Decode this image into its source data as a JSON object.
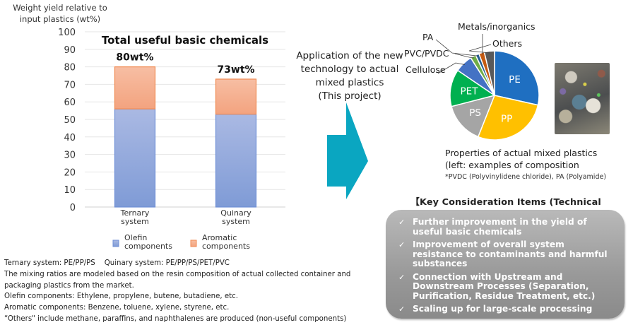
{
  "chart_data": [
    {
      "type": "bar",
      "stacked": true,
      "title": "Total useful basic chemicals",
      "ylabel": "Weight yield relative to input plastics (wt%)",
      "xlabel": "",
      "ylim": [
        0,
        100
      ],
      "yticks": [
        0,
        10,
        20,
        30,
        40,
        50,
        60,
        70,
        80,
        90,
        100
      ],
      "grid": true,
      "legend_position": "bottom",
      "categories": [
        "Ternary system",
        "Quinary system"
      ],
      "categories_lines": [
        [
          "Ternary",
          "system"
        ],
        [
          "Quinary",
          "system"
        ]
      ],
      "series": [
        {
          "name": "Olefin components",
          "name_lines": [
            "Olefin",
            "components"
          ],
          "values": [
            56,
            53
          ],
          "color": "#8ea6dc"
        },
        {
          "name": "Aromatic components",
          "name_lines": [
            "Aromatic",
            "components"
          ],
          "values": [
            24,
            20
          ],
          "color": "#f4ac8a"
        }
      ],
      "total_labels": [
        "80wt%",
        "73wt%"
      ]
    },
    {
      "type": "pie",
      "title": "Properties of actual mixed plastics",
      "slices": [
        {
          "label": "PE",
          "value": 28.5,
          "color": "#1f6fc1",
          "label_inside": true
        },
        {
          "label": "PP",
          "value": 27.5,
          "color": "#ffc000",
          "label_inside": true
        },
        {
          "label": "PS",
          "value": 15.0,
          "color": "#a5a5a5",
          "label_inside": true
        },
        {
          "label": "PET",
          "value": 13.5,
          "color": "#00b050",
          "label_inside": true
        },
        {
          "label": "Cellulose",
          "value": 6.5,
          "color": "#4472c4",
          "label_inside": false
        },
        {
          "label": "PVC/PVDC",
          "value": 2.0,
          "color": "#70ad47",
          "label_inside": false
        },
        {
          "label": "PA",
          "value": 1.3,
          "color": "#255e91",
          "label_inside": false
        },
        {
          "label": "Metals/inorganics",
          "value": 2.0,
          "color": "#c55a11",
          "label_inside": false
        },
        {
          "label": "Others",
          "value": 3.7,
          "color": "#595959",
          "label_inside": false
        }
      ]
    }
  ],
  "arrow": {
    "text_lines": [
      "Application of the new",
      "technology to actual",
      "mixed plastics",
      "(This project)"
    ],
    "color": "#0aa6c1"
  },
  "photo": {
    "icon": "mixed-plastics-photo"
  },
  "properties": {
    "lines": [
      "Properties of actual mixed plastics",
      "(left: examples of composition"
    ],
    "note": "*PVDC (Polyvinylidene chloride), PA (Polyamide)"
  },
  "key_considerations": {
    "title": "【Key Consideration Items (Technical challenges)】",
    "check_icon": "✓",
    "items": [
      "Further improvement in the yield of  useful basic chemicals",
      "Improvement of overall system resistance to contaminants and harmful substances",
      "Connection with Upstream and Downstream Processes (Separation, Purification, Residue Treatment, etc.)",
      "Scaling up for large-scale processing"
    ]
  },
  "notes": [
    "Ternary system: PE/PP/PS    Quinary system: PE/PP/PS/PET/PVC",
    "The mixing ratios are modeled based on the resin composition of actual collected container and packaging plastics from the market.",
    "Olefin components: Ethylene, propylene, butene, butadiene, etc.",
    "Aromatic components: Benzene, toluene, xylene, styrene, etc.",
    "“Others\" include methane, paraffins, and naphthalenes are produced (non-useful components)"
  ],
  "yaxis_title_lines": [
    "Weight yield relative to",
    "input plastics (wt%)"
  ]
}
